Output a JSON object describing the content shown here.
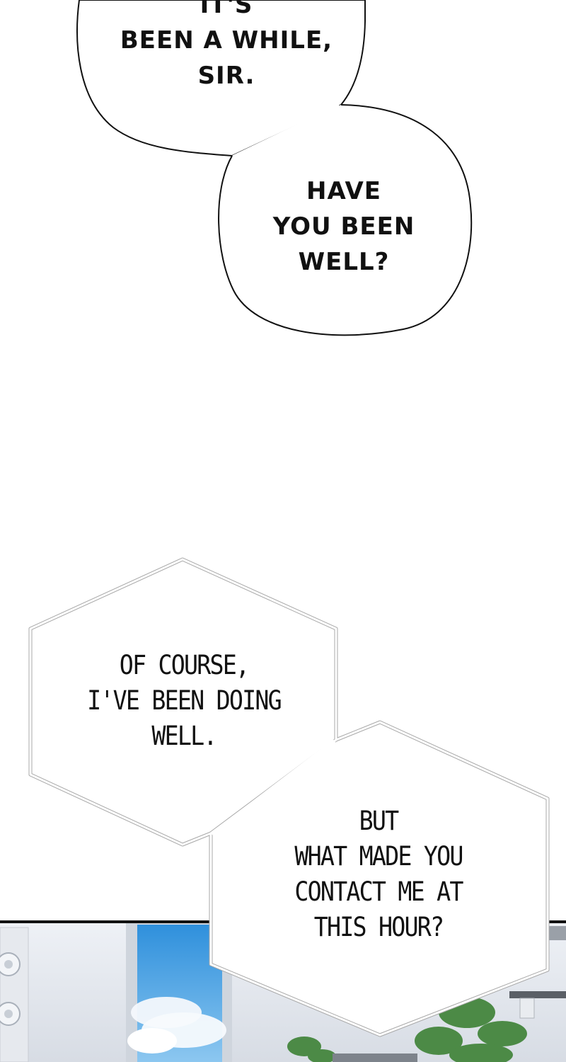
{
  "round_bubbles": {
    "first": {
      "lines": [
        "IT'S",
        "BEEN A WHILE,",
        "SIR."
      ]
    },
    "second": {
      "lines": [
        "HAVE",
        "YOU BEEN",
        "WELL?"
      ]
    }
  },
  "hex_bubbles": {
    "first": {
      "lines": [
        "OF COURSE,",
        "I'VE BEEN DOING",
        "WELL."
      ]
    },
    "second": {
      "lines": [
        "BUT",
        "WHAT MADE YOU",
        "CONTACT ME AT",
        "THIS HOUR?"
      ]
    }
  },
  "colors": {
    "background": "#ffffff",
    "ink": "#111111",
    "hex_outline": "#b9b9b9",
    "panel_border": "#111111",
    "room_wall": "#dfe3ea",
    "sky": "#4aa6e8",
    "plant": "#4c8a46"
  }
}
